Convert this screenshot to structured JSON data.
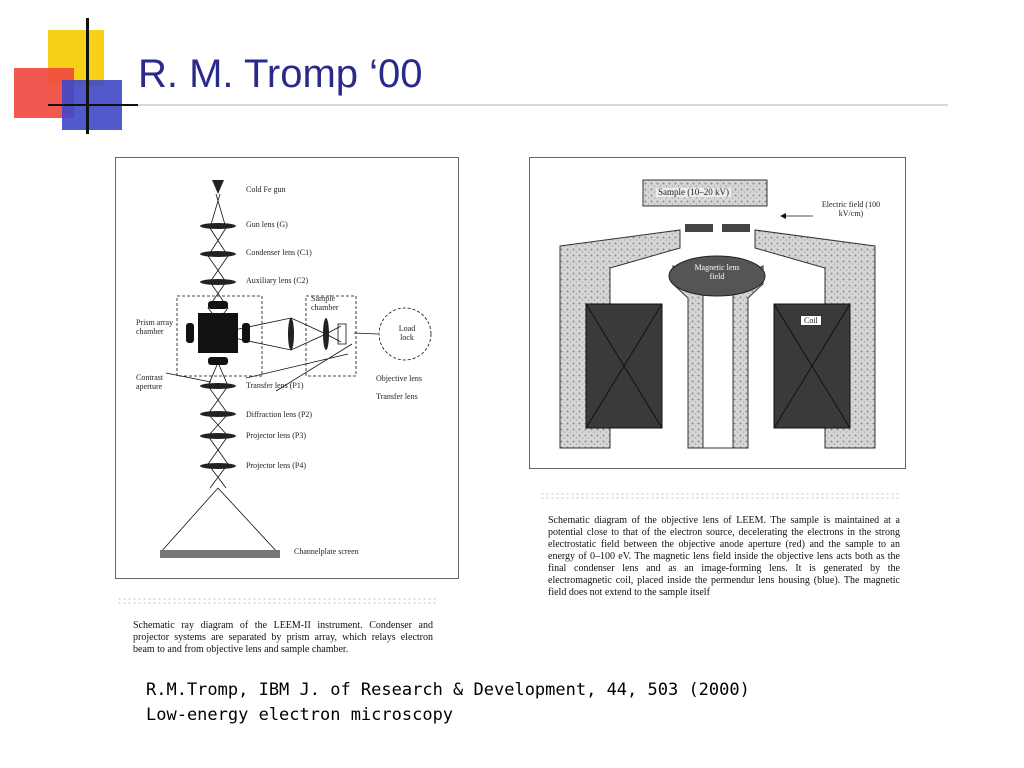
{
  "slide": {
    "title": "R. M. Tromp ‘00"
  },
  "left_figure": {
    "labels": {
      "cold_fe_gun": "Cold Fe gun",
      "gun_lens": "Gun lens (G)",
      "condenser_lens": "Condenser lens (C1)",
      "auxiliary_lens": "Auxiliary lens (C2)",
      "sample_chamber": "Sample chamber",
      "prism_array_chamber": "Prism array chamber",
      "load_lock": "Load lock",
      "contrast_aperture": "Contrast aperture",
      "transfer_lens_p1": "Transfer lens (P1)",
      "objective_lens": "Objective lens",
      "transfer_lens": "Transfer lens",
      "diffraction_lens": "Diffraction lens (P2)",
      "projector_lens_p3": "Projector lens (P3)",
      "projector_lens_p4": "Projector lens (P4)",
      "channelplate_screen": "Channelplate screen"
    },
    "caption": "Schematic ray diagram of the LEEM-II instrument. Condenser and projector systems are separated by prism array, which relays electron beam to and from objective lens and sample chamber."
  },
  "right_figure": {
    "labels": {
      "sample": "Sample (10–20 kV)",
      "electric_field": "Electric field (100 kV/cm)",
      "magnetic_lens_field": "Magnetic lens field",
      "coil": "Coil"
    },
    "caption": "Schematic diagram of the objective lens of LEEM. The sample is maintained at a potential close to that of the electron source, decelerating the electrons in the strong electrostatic field between the objective anode aperture (red) and the sample to an energy of 0–100 eV. The magnetic lens field inside the objective lens acts both as the final condenser lens and as an image-forming lens. It is generated by the electromagnetic coil, placed inside the permendur lens housing (blue). The magnetic field does not extend to the sample itself"
  },
  "reference": {
    "line1": "R.M.Tromp, IBM J. of Research & Development, 44, 503 (2000)",
    "line2": "Low-energy electron microscopy"
  }
}
